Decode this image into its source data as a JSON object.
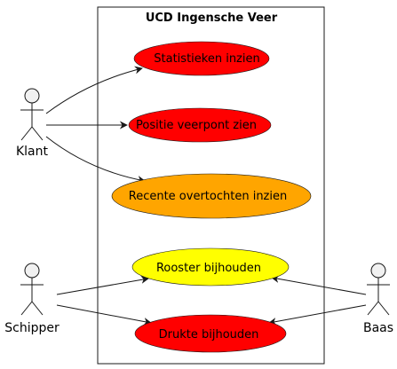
{
  "system": {
    "title": "UCD Ingensche Veer"
  },
  "actors": [
    {
      "id": "klant",
      "label": "Klant"
    },
    {
      "id": "schipper",
      "label": "Schipper"
    },
    {
      "id": "baas",
      "label": "Baas"
    }
  ],
  "use_cases": [
    {
      "id": "uc1",
      "label": "Statistieken inzien",
      "color": "#ff0000"
    },
    {
      "id": "uc2",
      "label": "Positie veerpont zien",
      "color": "#ff0000"
    },
    {
      "id": "uc3",
      "label": "Recente overtochten inzien",
      "color": "#ffa500"
    },
    {
      "id": "uc4",
      "label": "Rooster bijhouden",
      "color": "#ffff00"
    },
    {
      "id": "uc5",
      "label": "Drukte bijhouden",
      "color": "#ff0000"
    }
  ],
  "associations": [
    {
      "from": "klant",
      "to": "uc1"
    },
    {
      "from": "klant",
      "to": "uc2"
    },
    {
      "from": "klant",
      "to": "uc3"
    },
    {
      "from": "schipper",
      "to": "uc4"
    },
    {
      "from": "schipper",
      "to": "uc5"
    },
    {
      "from": "baas",
      "to": "uc4"
    },
    {
      "from": "baas",
      "to": "uc5"
    }
  ]
}
